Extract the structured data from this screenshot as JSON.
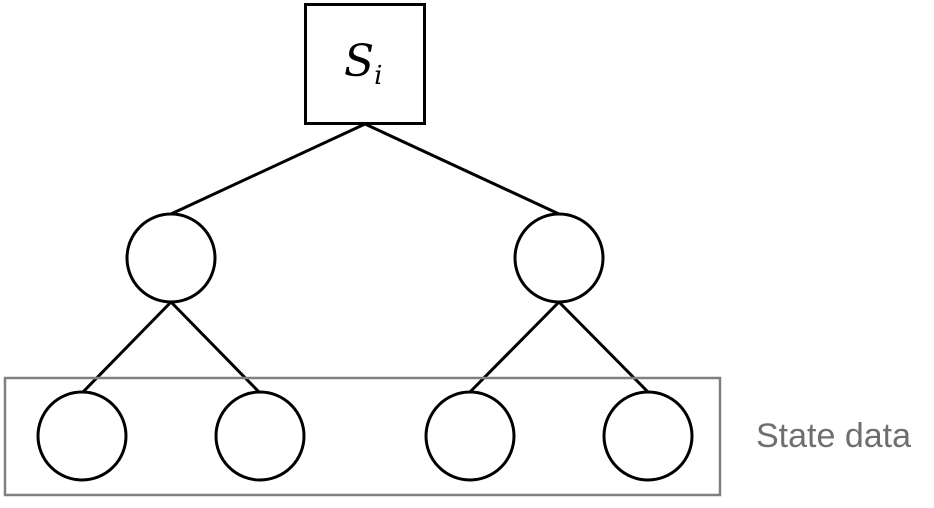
{
  "root": {
    "symbol": "S",
    "subscript": "i"
  },
  "state_group": {
    "label": "State data"
  },
  "colors": {
    "stroke": "#000000",
    "group_border": "#808080",
    "group_label": "#6f6f6f",
    "background": "#ffffff"
  }
}
